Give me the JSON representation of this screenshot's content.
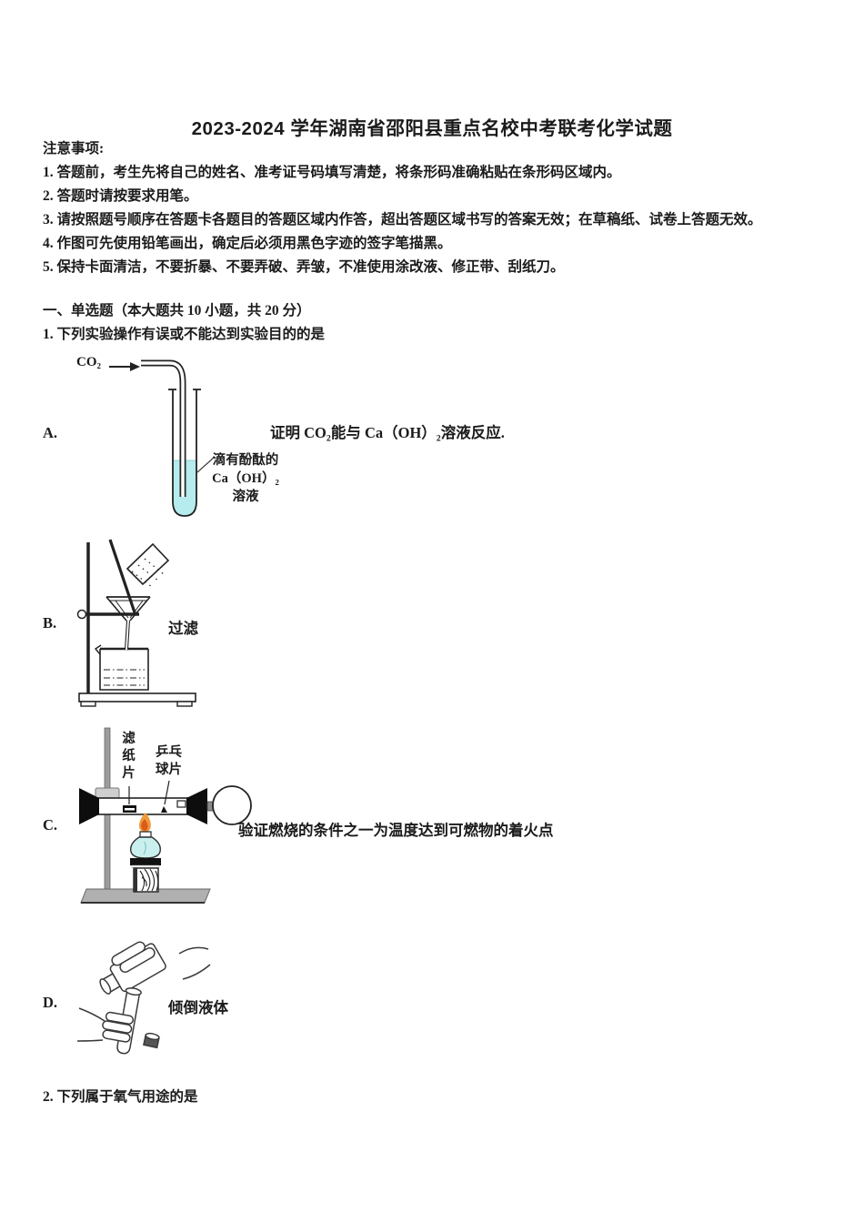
{
  "doc": {
    "title": "2023-2024 学年湖南省邵阳县重点名校中考联考化学试题",
    "notice": {
      "heading": "注意事项:",
      "items": [
        "1. 答题前，考生先将自己的姓名、准考证号码填写清楚，将条形码准确粘贴在条形码区域内。",
        "2. 答题时请按要求用笔。",
        "3. 请按照题号顺序在答题卡各题目的答题区域内作答，超出答题区域书写的答案无效；在草稿纸、试卷上答题无效。",
        "4. 作图可先使用铅笔画出，确定后必须用黑色字迹的签字笔描黑。",
        "5. 保持卡面清洁，不要折暴、不要弄破、弄皱，不准使用涂改液、修正带、刮纸刀。"
      ]
    },
    "section": "一、单选题（本大题共 10 小题，共 20 分）",
    "q1": {
      "text": "1. 下列实验操作有误或不能达到实验目的的是",
      "options": [
        {
          "letter": "A.",
          "description": "证明 CO₂能与 Ca（OH）₂溶液反应.",
          "labels": {
            "gas": "CO₂",
            "tube_label": "滴有酚酞的\nCa（OH）₂\n溶液"
          }
        },
        {
          "letter": "B.",
          "description": "过滤"
        },
        {
          "letter": "C.",
          "description": "验证燃烧的条件之一为温度达到可燃物的着火点",
          "labels": {
            "filter_paper": "滤纸片",
            "pingpong": "乒乓球片"
          }
        },
        {
          "letter": "D.",
          "description": "倾倒液体"
        }
      ]
    },
    "q2": "2. 下列属于氧气用途的是"
  },
  "colors": {
    "liquid_cyan": "#b6eced",
    "lamp_cyan": "#c9f0ef",
    "flame_outer": "#f0983a",
    "flame_inner": "#d95c1c"
  }
}
